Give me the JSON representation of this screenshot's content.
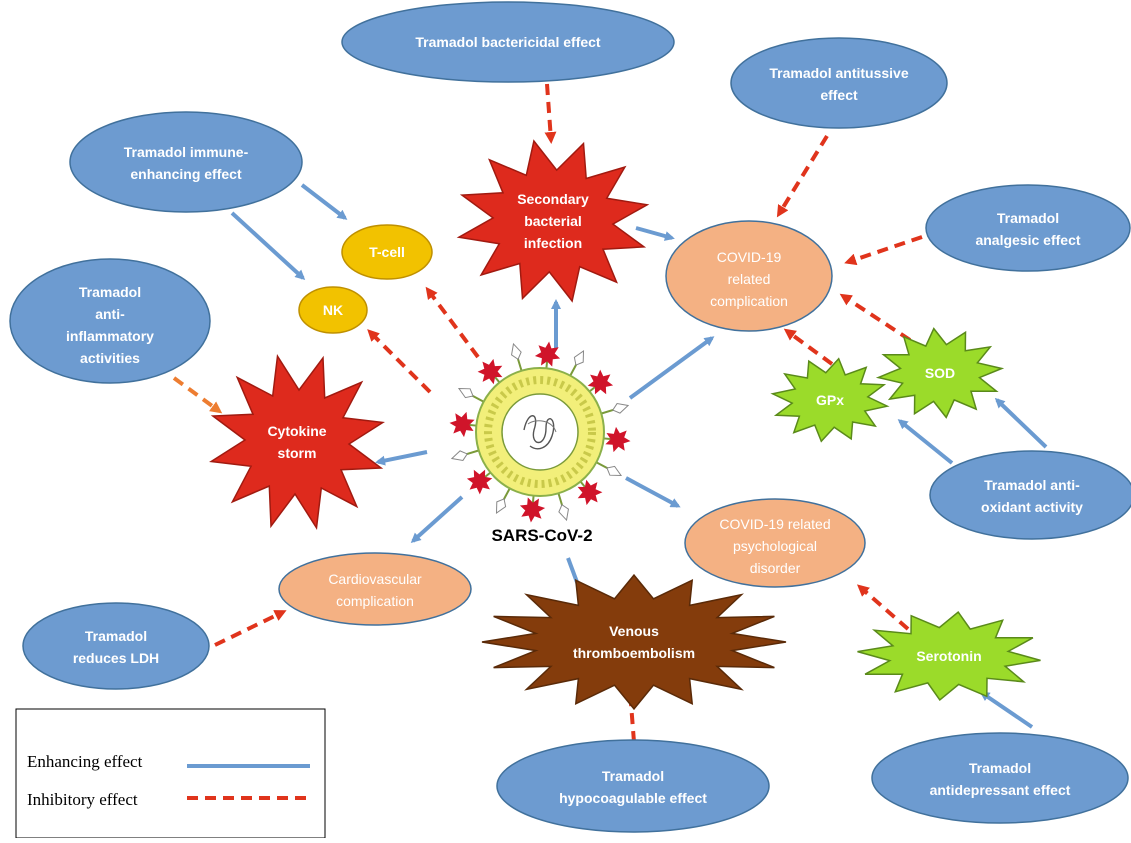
{
  "colors": {
    "enhancing": "#6b9bd1",
    "inhibitory": "#e0341c",
    "tramadol_oval": "#6d9bd0",
    "complication_oval": "#f4b183",
    "red_star": "#de2a1d",
    "green_star": "#9bdb2a",
    "brown_star": "#843c0c",
    "yellow_oval": "#f2c200",
    "orange_arrow": "#ed7d31"
  },
  "tramadol": {
    "bactericidal": [
      "Tramadol bactericidal effect"
    ],
    "antitussive": [
      "Tramadol antitussive",
      "effect"
    ],
    "immune": [
      "Tramadol immune-",
      "enhancing effect"
    ],
    "analgesic": [
      "Tramadol",
      "analgesic effect"
    ],
    "antiinflammatory": [
      "Tramadol",
      "anti-",
      "inflammatory",
      "activities"
    ],
    "antioxidant": [
      "Tramadol anti-",
      "oxidant activity"
    ],
    "ldh": [
      "Tramadol",
      "reduces LDH"
    ],
    "hypocoagulable": [
      "Tramadol",
      "hypocoagulable effect"
    ],
    "antidepressant": [
      "Tramadol",
      "antidepressant effect"
    ]
  },
  "complications": {
    "covid": [
      "COVID-19",
      "related",
      "complication"
    ],
    "psych": [
      "COVID-19 related",
      "psychological",
      "disorder"
    ],
    "cardio": [
      "Cardiovascular",
      "complication"
    ]
  },
  "stars": {
    "secondary": [
      "Secondary",
      "bacterial",
      "infection"
    ],
    "cytokine": [
      "Cytokine",
      "storm"
    ],
    "venous": [
      "Venous",
      "thromboembolism"
    ],
    "gpx": [
      "GPx"
    ],
    "sod": [
      "SOD"
    ],
    "serotonin": [
      "Serotonin"
    ]
  },
  "cells": {
    "tcell": "T-cell",
    "nk": "NK"
  },
  "virus_label": "SARS-CoV-2",
  "legend": {
    "enhancing": "Enhancing effect",
    "inhibitory": "Inhibitory effect"
  }
}
